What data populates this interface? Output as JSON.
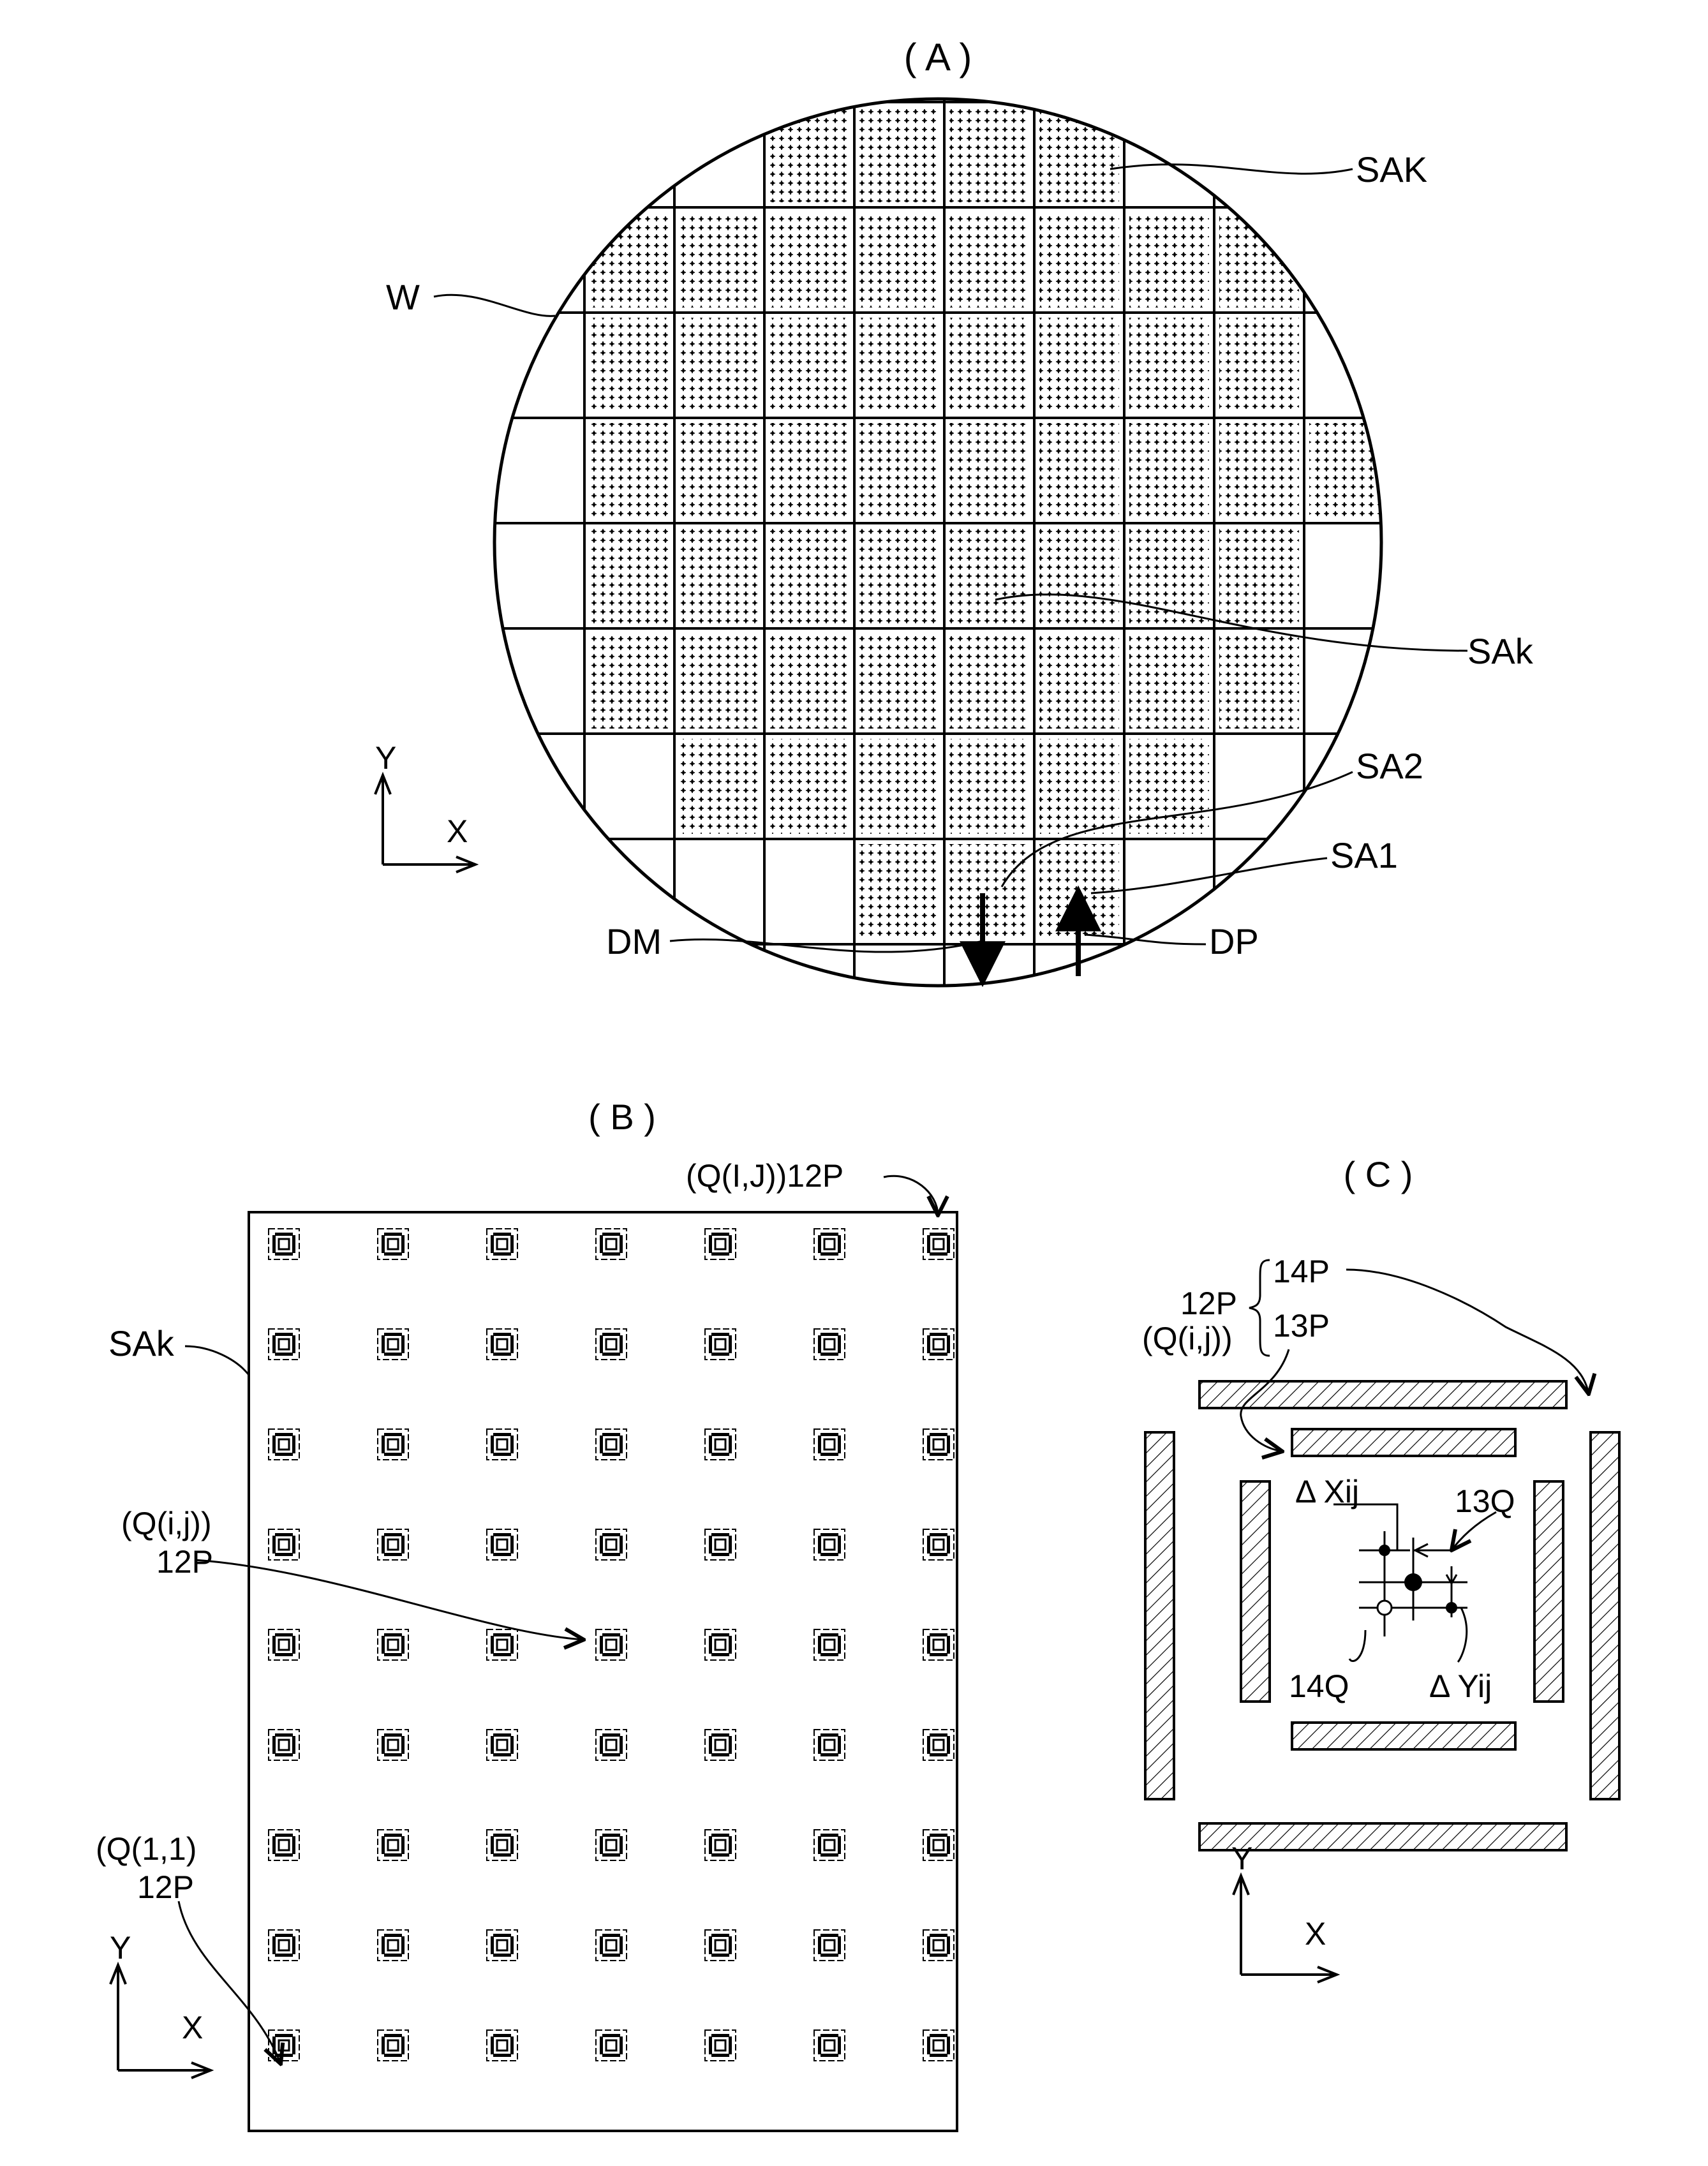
{
  "panel_a": {
    "title": "( A )",
    "labels": {
      "wafer": "W",
      "shot_last": "SAK",
      "shot_k": "SAk",
      "shot_2": "SA2",
      "shot_1": "SA1",
      "minus_dir": "DM",
      "plus_dir": "DP"
    },
    "axis": {
      "x": "X",
      "y": "Y"
    },
    "pattern_rows": [
      [
        3,
        4,
        5,
        6
      ],
      [
        1,
        2,
        3,
        4,
        5,
        6,
        7,
        8
      ],
      [
        1,
        2,
        3,
        4,
        5,
        6,
        7,
        8
      ],
      [
        1,
        2,
        3,
        4,
        5,
        6,
        7,
        8,
        9
      ],
      [
        1,
        2,
        3,
        4,
        5,
        6,
        7,
        8
      ],
      [
        1,
        2,
        3,
        4,
        5,
        6,
        7,
        8
      ],
      [
        2,
        3,
        4,
        5,
        6,
        7
      ],
      [
        4,
        5,
        6
      ]
    ]
  },
  "panel_b": {
    "title": "( B )",
    "shot_label": "SAk",
    "top_right_label": "(Q(I,J))12P",
    "mid_label_1": "(Q(i,j))",
    "mid_label_2": "12P",
    "bottom_label_1": "(Q(1,1)",
    "bottom_label_2": "12P",
    "axis": {
      "x": "X",
      "y": "Y"
    },
    "grid": {
      "columns": 7,
      "rows": 9
    }
  },
  "panel_c": {
    "title": "( C )",
    "label_12p": "12P",
    "label_qij": "(Q(i,j))",
    "label_14p": "14P",
    "label_13p": "13P",
    "label_dx": "Δ Xij",
    "label_13q": "13Q",
    "label_14q": "14Q",
    "label_dy": "Δ Yij",
    "axis": {
      "x": "X",
      "y": "Y"
    }
  }
}
